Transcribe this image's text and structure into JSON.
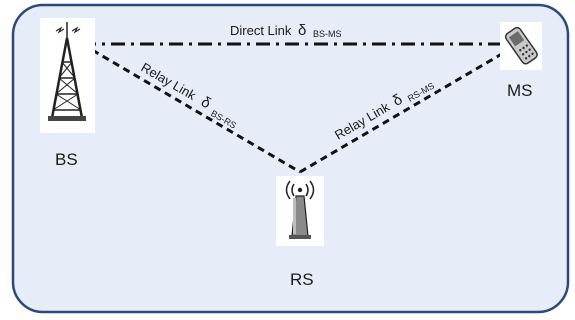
{
  "nodes": {
    "bs": {
      "label": "BS",
      "icon": "cell-tower-icon"
    },
    "ms": {
      "label": "MS",
      "icon": "mobile-phone-icon"
    },
    "rs": {
      "label": "RS",
      "icon": "relay-antenna-icon"
    }
  },
  "links": {
    "direct": {
      "text": "Direct Link",
      "symbol": "δ",
      "subscript": "BS-MS"
    },
    "relay_bs_rs": {
      "text": "Relay Link",
      "symbol": "δ",
      "subscript": "BS-RS"
    },
    "relay_rs_ms": {
      "text": "Relay Link",
      "symbol": "δ",
      "subscript": "RS-MS"
    }
  },
  "colors": {
    "panel_fill": "#e6edf8",
    "panel_border": "#2b4a7a",
    "link_stroke": "#111111"
  }
}
